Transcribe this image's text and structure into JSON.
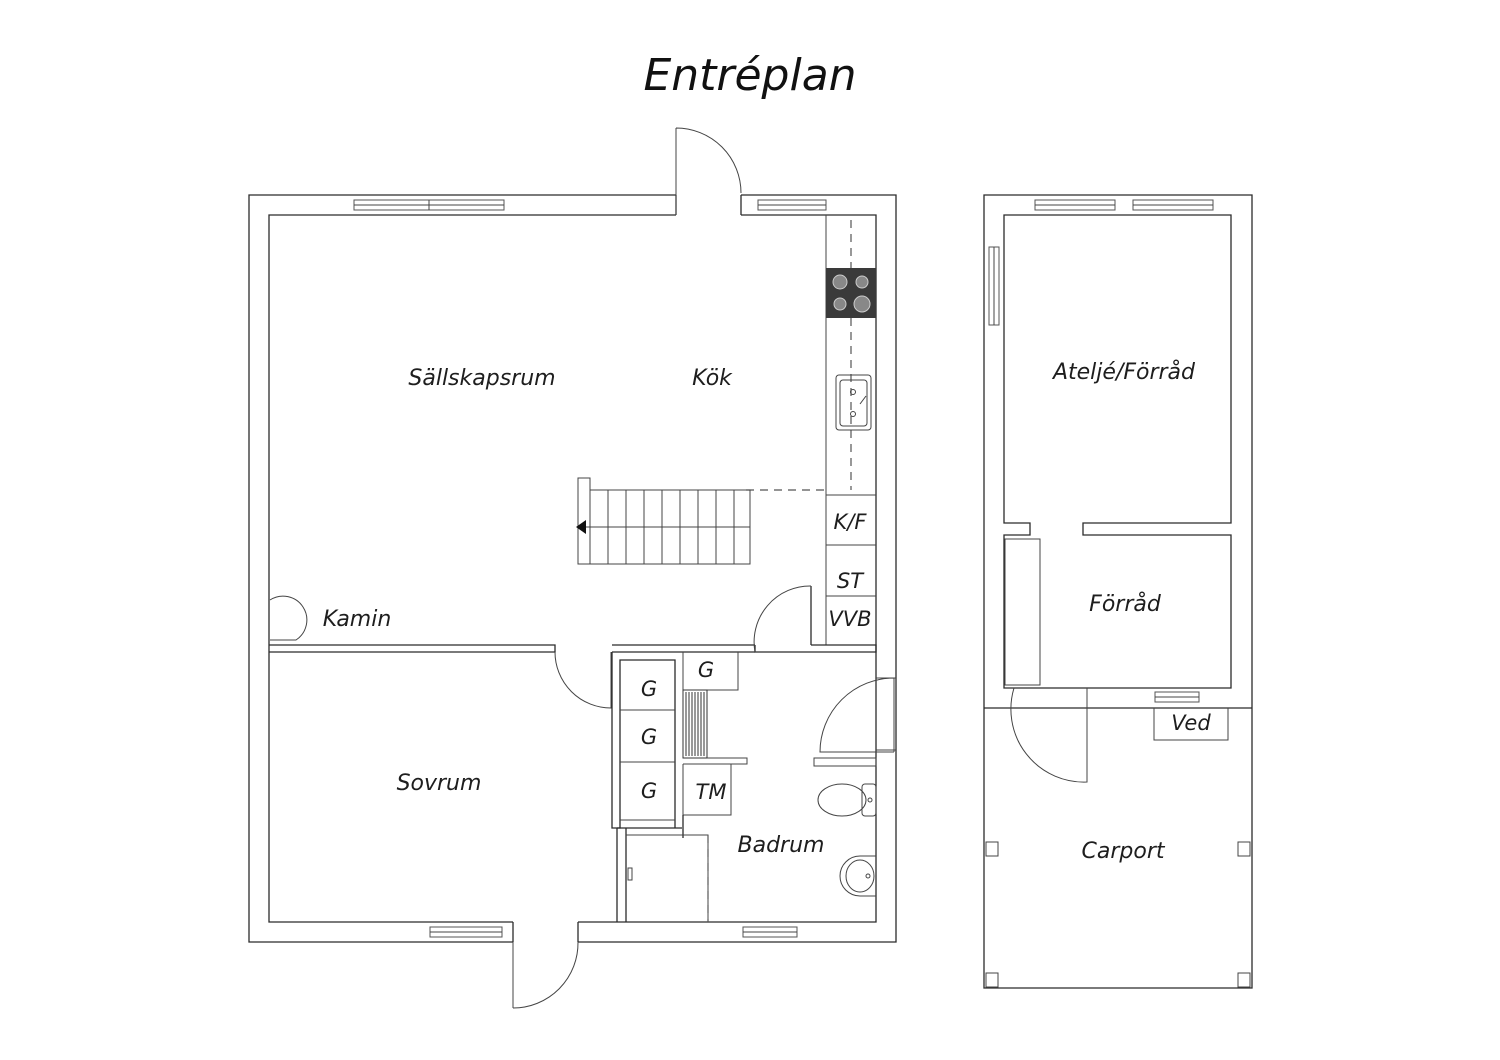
{
  "title": "Entréplan",
  "rooms": {
    "sallskapsrum": "Sällskapsrum",
    "kok": "Kök",
    "kamin": "Kamin",
    "sovrum": "Sovrum",
    "badrum": "Badrum",
    "atelje": "Ateljé/Förråd",
    "forrad": "Förråd",
    "carport": "Carport",
    "ved": "Ved"
  },
  "fixtures": {
    "kf": "K/F",
    "st": "ST",
    "vvb": "VVB",
    "g1": "G",
    "g2": "G",
    "g3": "G",
    "g4": "G",
    "tm": "TM"
  },
  "colors": {
    "line": "#2b2b2b",
    "stove": "#3a3a3a",
    "text": "#1e1e1e"
  }
}
